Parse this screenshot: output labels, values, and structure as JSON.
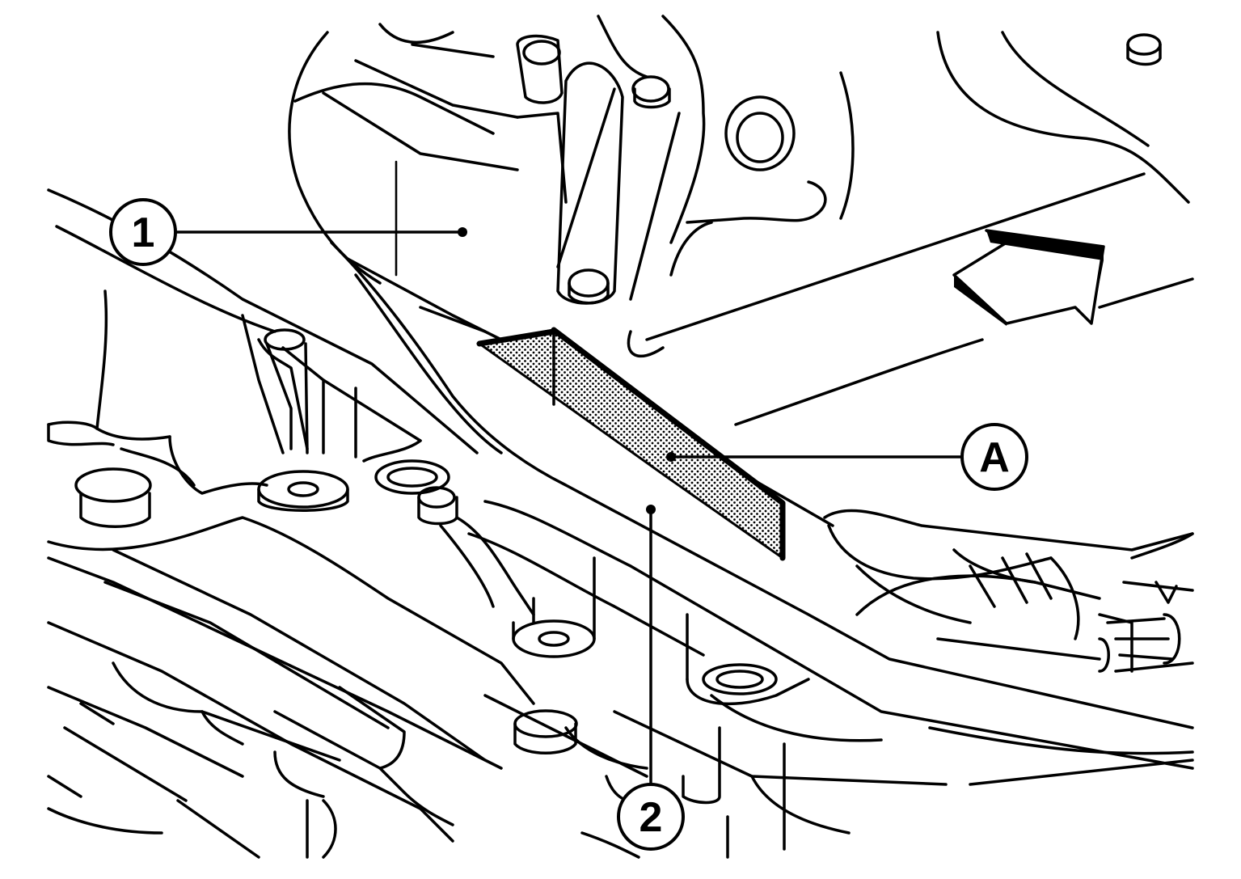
{
  "figure": {
    "callouts": [
      {
        "id": "1",
        "label": "1",
        "part": "component-1"
      },
      {
        "id": "2",
        "label": "2",
        "part": "component-2"
      },
      {
        "id": "A",
        "label": "A",
        "part": "shaded-contact-area"
      }
    ],
    "colors": {
      "line": "#000000",
      "background": "#ffffff",
      "shading": "dotted-gray"
    },
    "icons": [
      "direction-arrow-icon"
    ]
  }
}
